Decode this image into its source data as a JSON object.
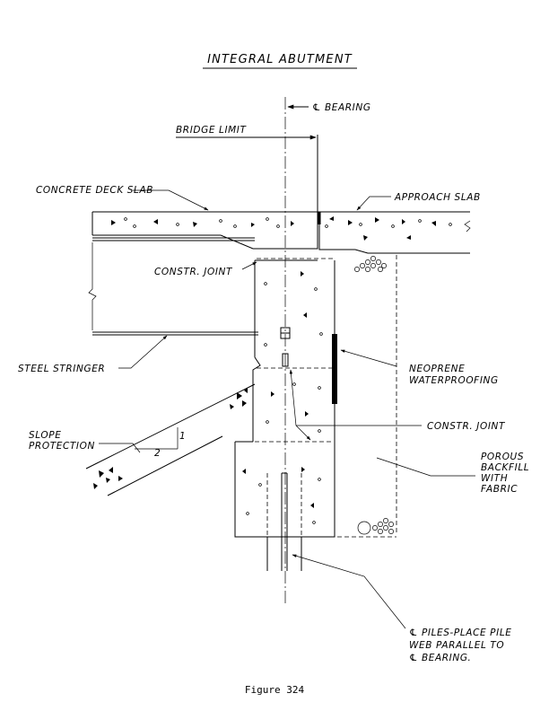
{
  "title": "INTEGRAL ABUTMENT",
  "labels": {
    "cl_bearing": "℄ BEARING",
    "bridge_limit": "BRIDGE LIMIT",
    "concrete_deck_slab": "CONCRETE DECK SLAB",
    "approach_slab": "APPROACH SLAB",
    "constr_joint_upper": "CONSTR. JOINT",
    "steel_stringer": "STEEL STRINGER",
    "neoprene_1": "NEOPRENE",
    "neoprene_2": "WATERPROOFING",
    "slope_1": "SLOPE",
    "slope_2": "PROTECTION",
    "slope_ratio_rise": "1",
    "slope_ratio_run": "2",
    "constr_joint_lower": "CONSTR. JOINT",
    "backfill_1": "POROUS",
    "backfill_2": "BACKFILL",
    "backfill_3": "WITH",
    "backfill_4": "FABRIC",
    "piles_1": "℄ PILES-PLACE PILE",
    "piles_2": "WEB PARALLEL TO",
    "piles_3": "℄ BEARING."
  },
  "caption": "Figure 324"
}
